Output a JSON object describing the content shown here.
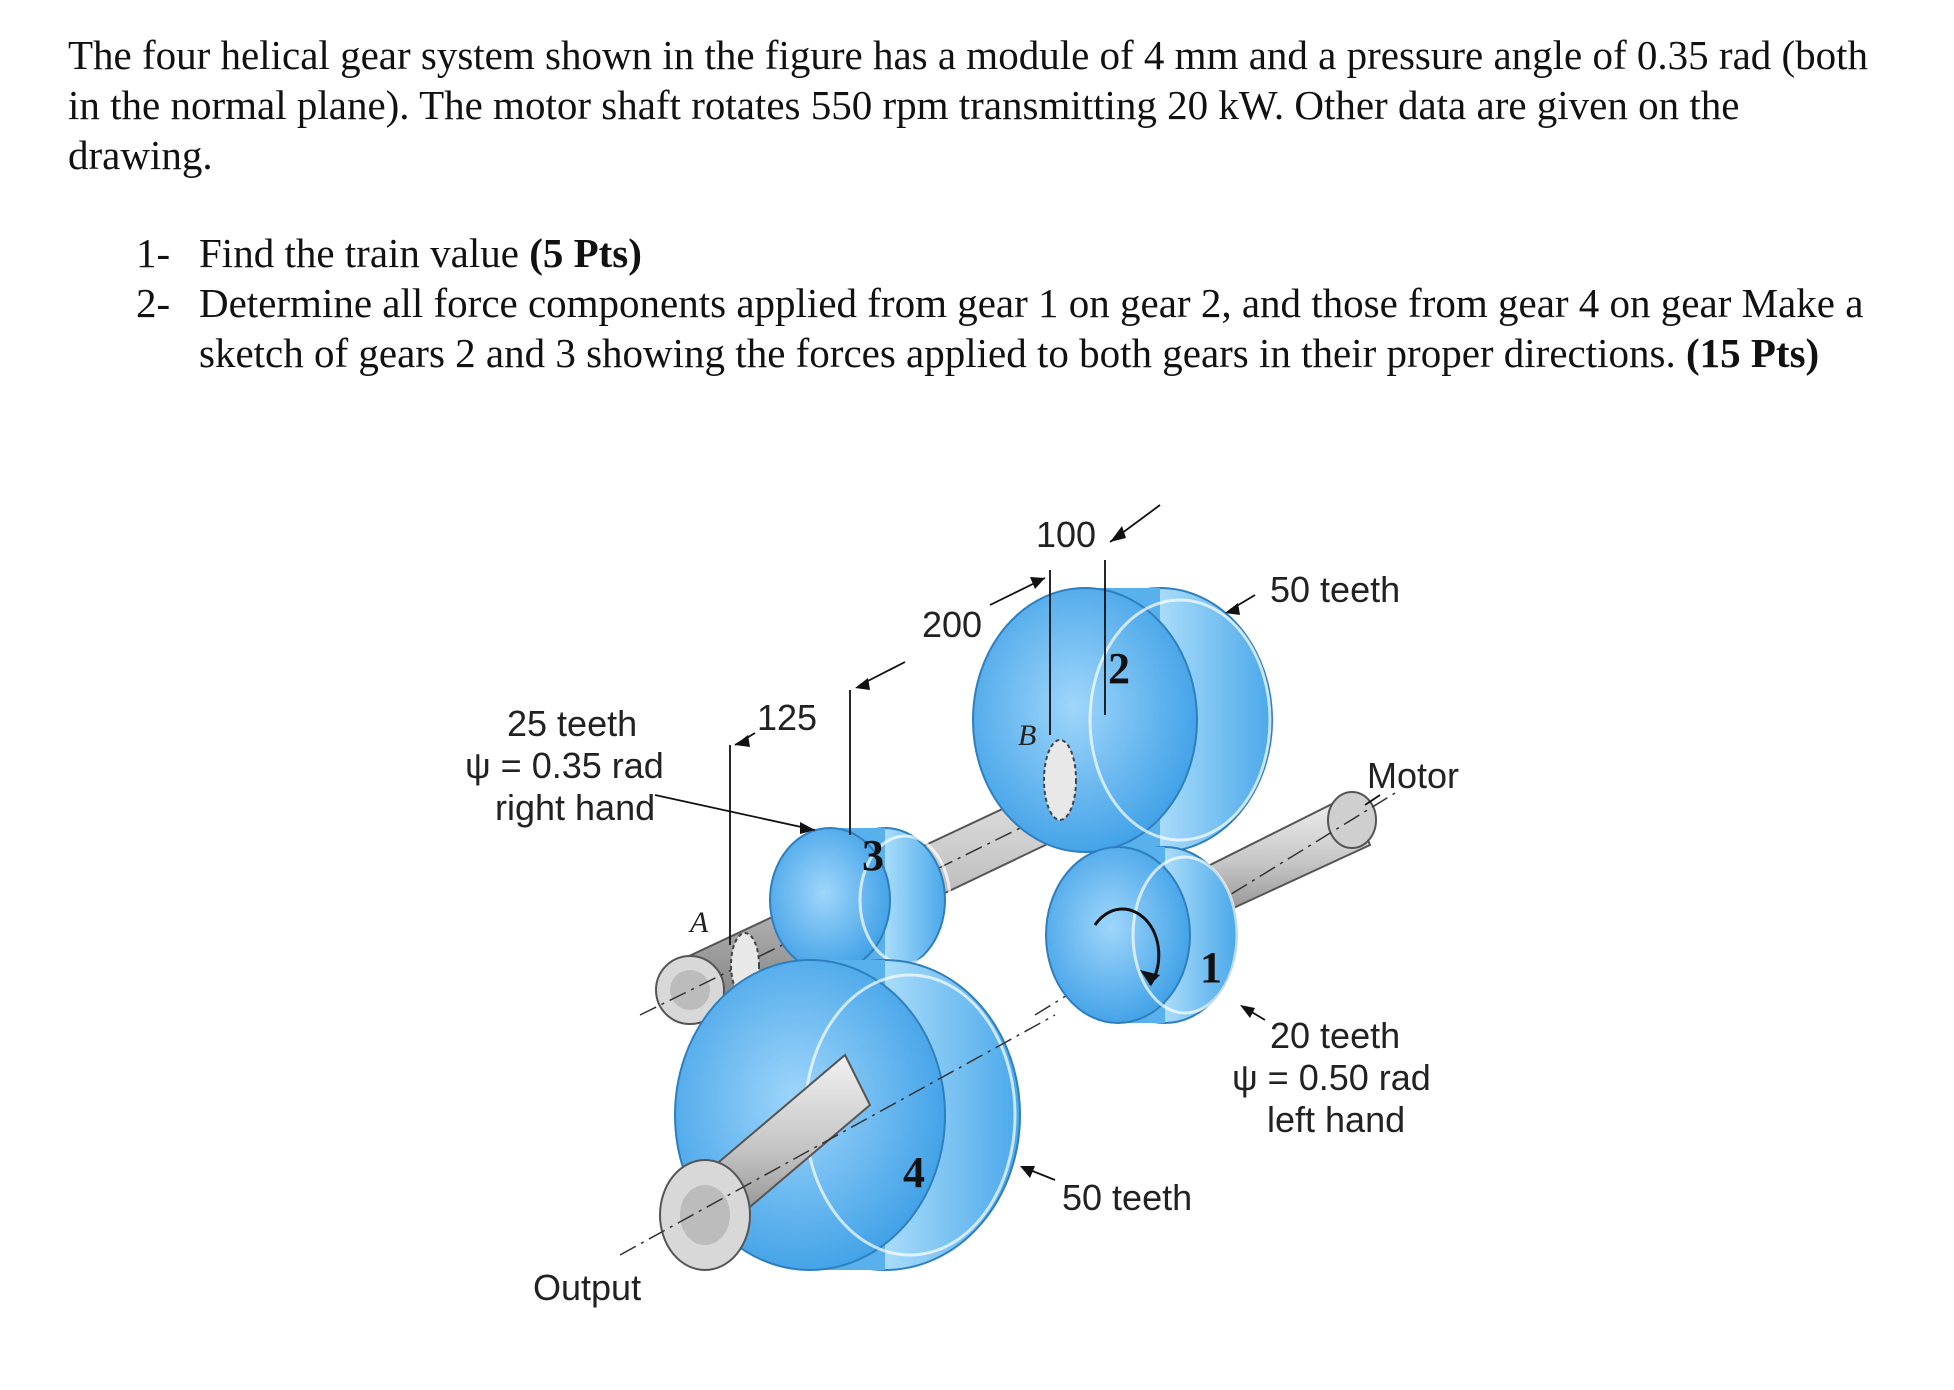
{
  "problem": {
    "intro": "The four helical gear system shown in the figure has a module of 4 mm and a pressure angle of 0.35 rad (both in the normal plane). The motor shaft rotates 550 rpm transmitting 20 kW. Other data are given on the drawing.",
    "questions": [
      {
        "number": "1-",
        "text": "Find the train value ",
        "points": "(5 Pts)"
      },
      {
        "number": "2-",
        "text": "Determine all force components applied from gear 1 on gear 2, and those from gear 4 on gear Make a sketch of gears 2 and 3 showing the forces applied to both gears in their proper directions. ",
        "points": "(15 Pts)"
      }
    ]
  },
  "figure": {
    "dim_100": "100",
    "dim_200": "200",
    "dim_125": "125",
    "gear2_teeth": "50 teeth",
    "gear3_teeth": "25 teeth",
    "gear3_helix": "ψ = 0.35 rad",
    "gear3_hand": "right hand",
    "motor": "Motor",
    "gear1_teeth": "20 teeth",
    "gear1_helix": "ψ = 0.50 rad",
    "gear1_hand": "left hand",
    "gear4_teeth": "50 teeth",
    "output": "Output",
    "gear_numbers": {
      "g1": "1",
      "g2": "2",
      "g3": "3",
      "g4": "4"
    },
    "bearing_a": "A",
    "bearing_b": "B",
    "colors": {
      "gear": "#4aa8ea",
      "gear_light": "#a9dcfa",
      "shaft": "#c9c9c9",
      "line": "#111111"
    }
  }
}
